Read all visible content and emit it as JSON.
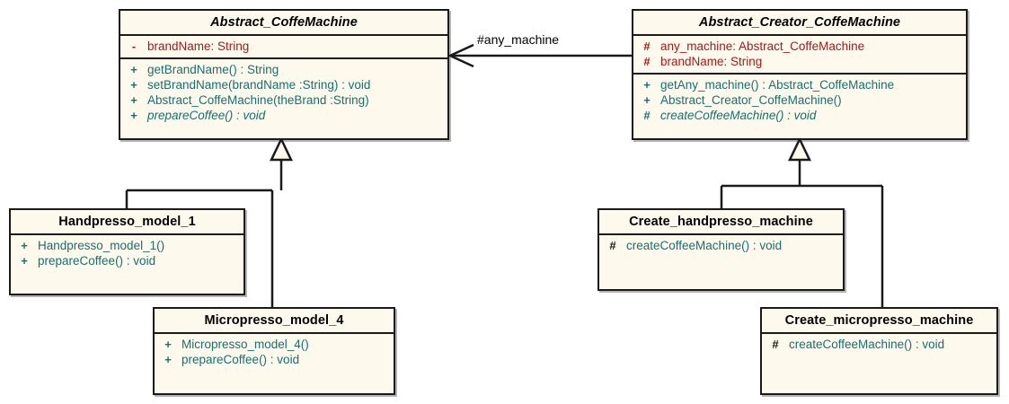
{
  "diagram": {
    "kind": "uml-class-diagram",
    "background": "#ffffff",
    "box_fill": "#fdf9ed",
    "border_color": "#1a1a1a",
    "attribute_color": "#a41a1a",
    "method_color": "#17706f"
  },
  "classes": {
    "abstract_coffemachine": {
      "name": "Abstract_CoffeMachine",
      "attributes": [
        {
          "visibility": "-",
          "text": "brandName:  String"
        }
      ],
      "methods": [
        {
          "visibility": "+",
          "text": "getBrandName() : String"
        },
        {
          "visibility": "+",
          "text": "setBrandName(brandName :String) : void"
        },
        {
          "visibility": "+",
          "text": "Abstract_CoffeMachine(theBrand :String)"
        },
        {
          "visibility": "+",
          "text": "prepareCoffee() : void"
        }
      ]
    },
    "abstract_creator_coffemachine": {
      "name": "Abstract_Creator_CoffeMachine",
      "attributes": [
        {
          "visibility": "#",
          "text": "any_machine:  Abstract_CoffeMachine"
        },
        {
          "visibility": "#",
          "text": "brandName:  String"
        }
      ],
      "methods": [
        {
          "visibility": "+",
          "text": "getAny_machine() : Abstract_CoffeMachine"
        },
        {
          "visibility": "+",
          "text": "Abstract_Creator_CoffeMachine()"
        },
        {
          "visibility": "#",
          "text": "createCoffeeMachine() : void"
        }
      ]
    },
    "handpresso_model_1": {
      "name": "Handpresso_model_1",
      "methods": [
        {
          "visibility": "+",
          "text": "Handpresso_model_1()"
        },
        {
          "visibility": "+",
          "text": "prepareCoffee() : void"
        }
      ]
    },
    "micropresso_model_4": {
      "name": "Micropresso_model_4",
      "methods": [
        {
          "visibility": "+",
          "text": "Micropresso_model_4()"
        },
        {
          "visibility": "+",
          "text": "prepareCoffee() : void"
        }
      ]
    },
    "create_handpresso_machine": {
      "name": "Create_handpresso_machine",
      "methods": [
        {
          "visibility": "#",
          "text": "createCoffeeMachine() : void"
        }
      ]
    },
    "create_micropresso_machine": {
      "name": "Create_micropresso_machine",
      "methods": [
        {
          "visibility": "#",
          "text": "createCoffeeMachine() : void"
        }
      ]
    }
  },
  "relations": {
    "association_label": "#any_machine"
  }
}
